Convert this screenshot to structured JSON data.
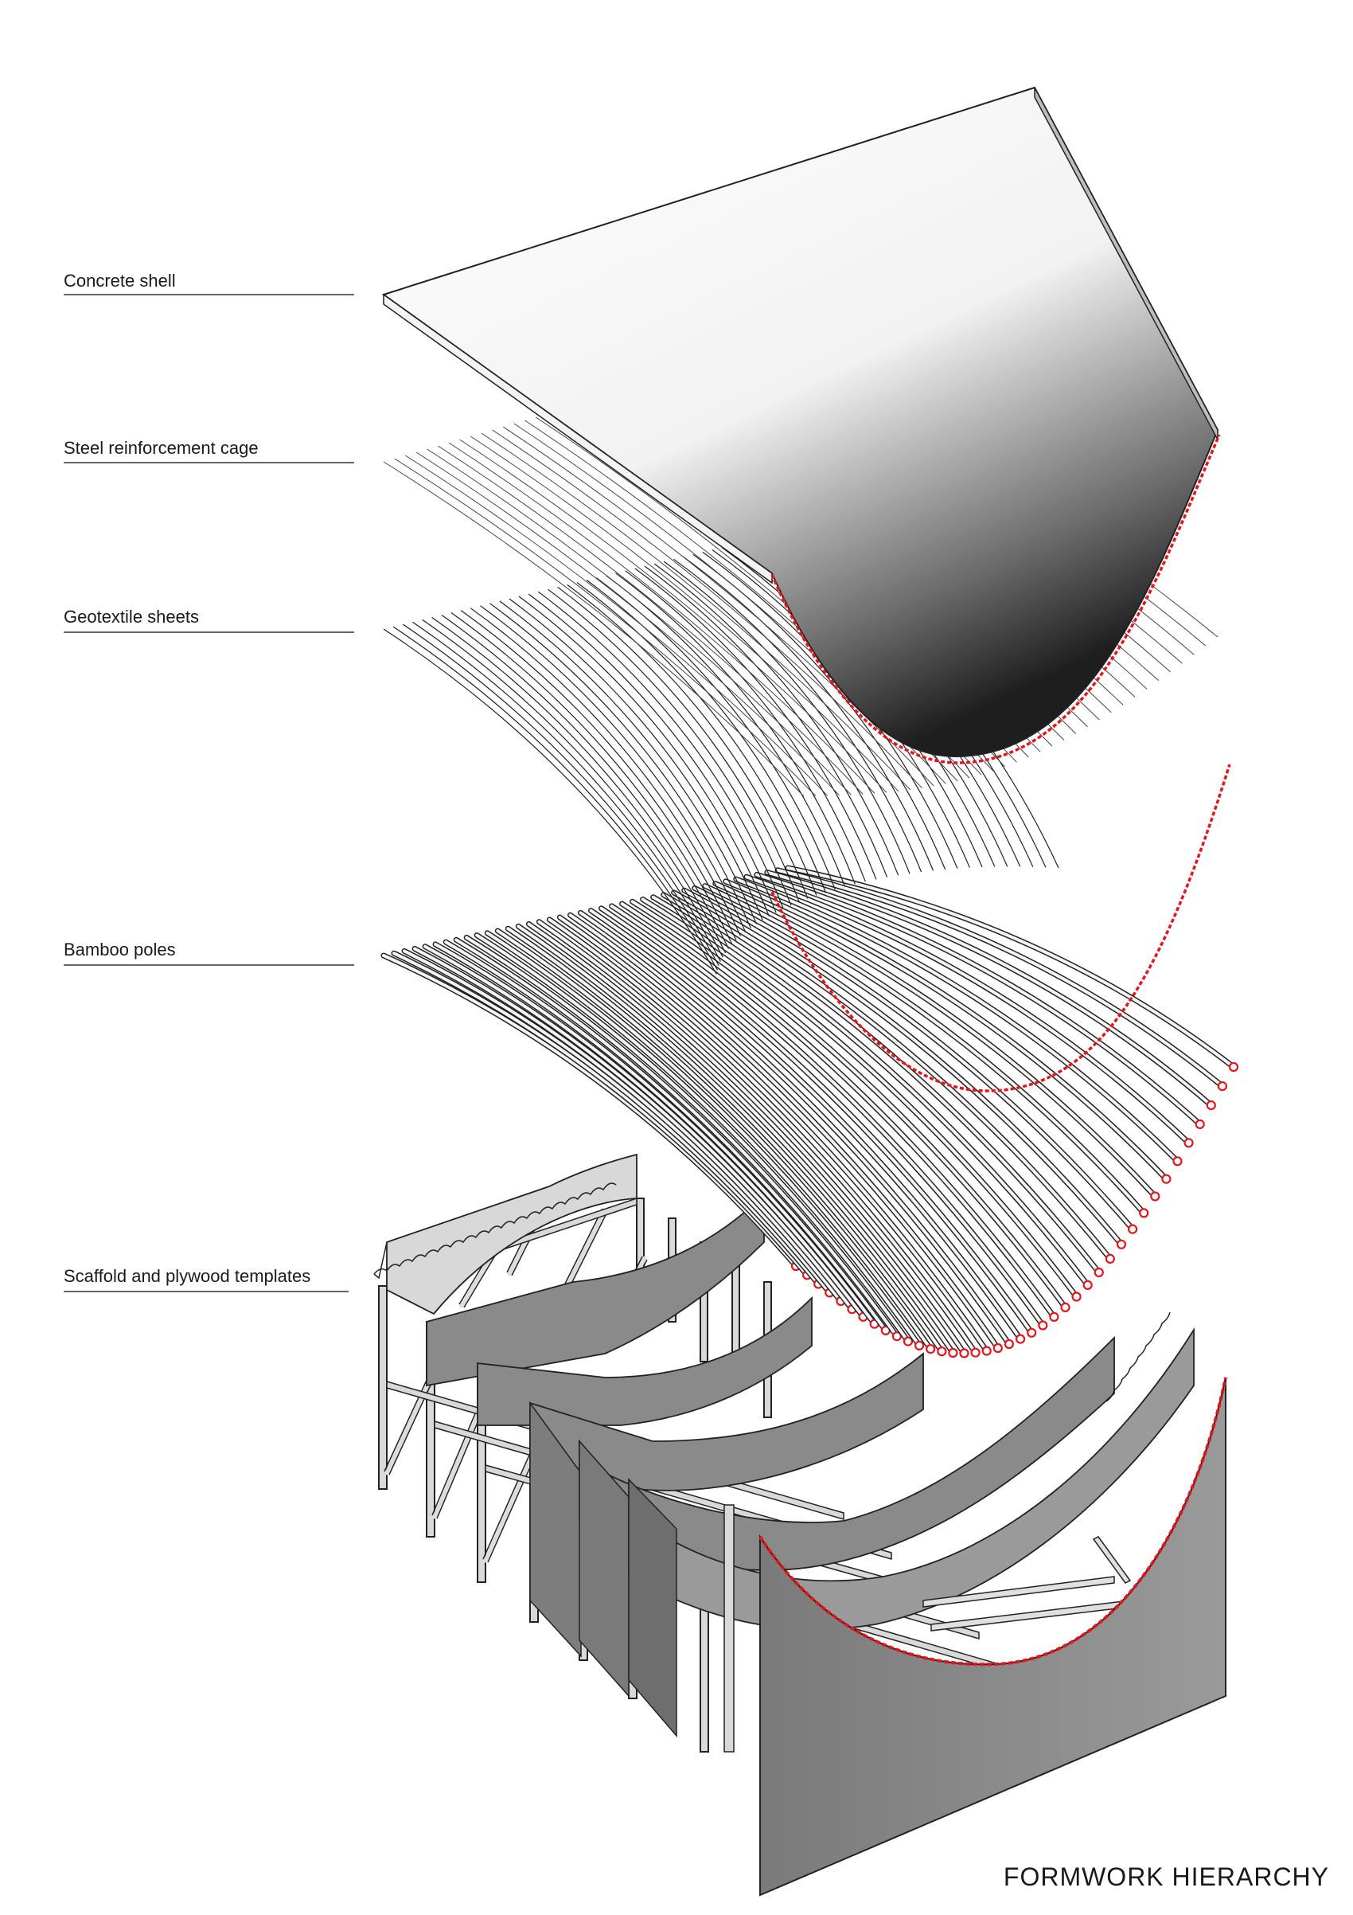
{
  "labels": {
    "concrete_shell": "Concrete shell",
    "steel_cage": "Steel reinforcement cage",
    "geotextile": "Geotextile sheets",
    "bamboo": "Bamboo poles",
    "scaffold": "Scaffold and plywood templates"
  },
  "title": "FORMWORK HIERARCHY",
  "colors": {
    "edge_highlight": "#e8131b",
    "plywood": "#8c8c8c",
    "plywood_dark": "#555555",
    "line": "#222222"
  }
}
